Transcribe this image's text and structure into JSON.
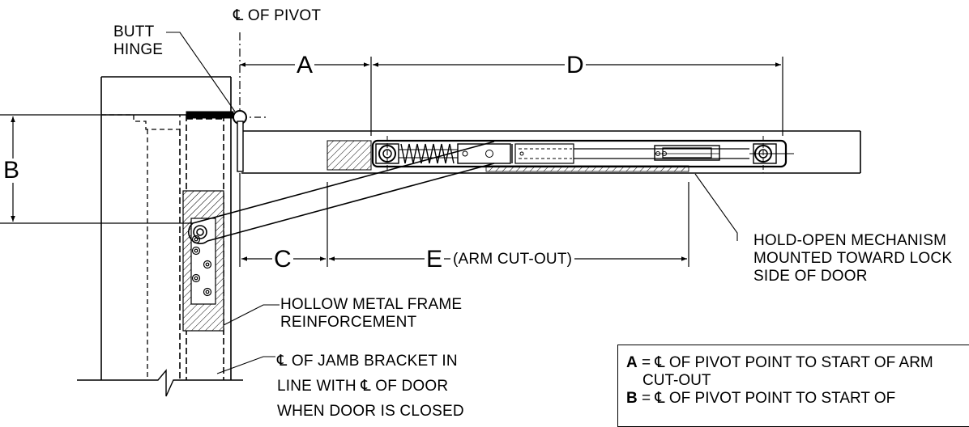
{
  "labels": {
    "pivot_cl": "℄ OF PIVOT",
    "butt_hinge": [
      "BUTT",
      "HINGE"
    ],
    "hold_open": [
      "HOLD-OPEN MECHANISM",
      "MOUNTED TOWARD LOCK",
      "SIDE OF DOOR"
    ],
    "reinforcement": [
      "HOLLOW METAL FRAME",
      "REINFORCEMENT"
    ],
    "jamb_bracket": [
      "℄ OF JAMB BRACKET IN",
      "LINE WITH ℄ OF DOOR",
      "WHEN DOOR IS CLOSED"
    ]
  },
  "dimensions": {
    "a": "A",
    "b": "B",
    "c": "C",
    "d": "D",
    "e": "E",
    "e_note": "(ARM CUT-OUT)"
  },
  "legend": {
    "a_key": "A",
    "a_text": "= ℄ OF PIVOT POINT TO START OF ARM",
    "a_cont": "CUT-OUT",
    "b_key": "B",
    "b_text": "= ℄ OF PIVOT POINT TO START OF"
  }
}
